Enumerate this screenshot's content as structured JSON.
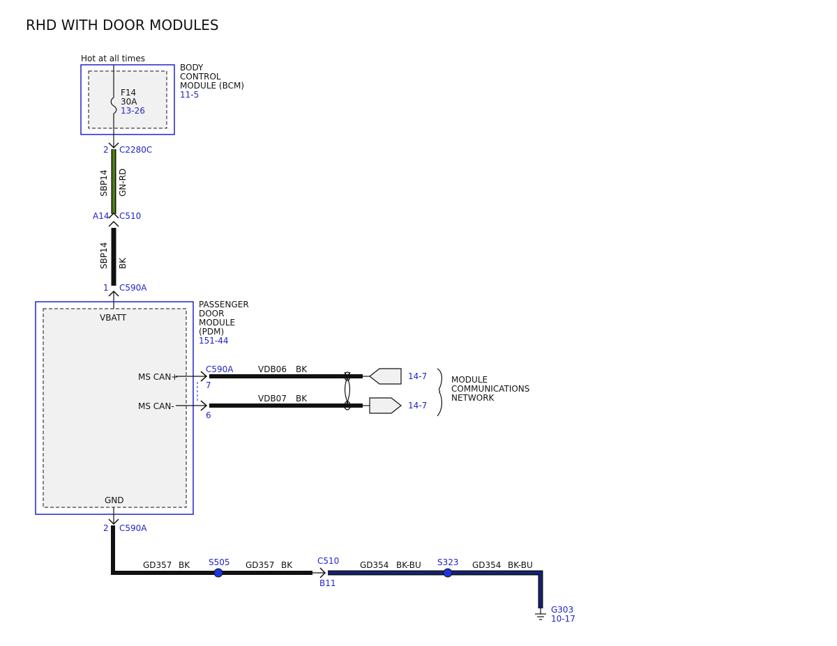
{
  "title": "RHD WITH DOOR MODULES",
  "colors": {
    "text": "#111111",
    "reference_blue": "#1f24c8",
    "wire_black": "#111111",
    "wire_green": "#4e7d12",
    "wire_blue": "#13207a",
    "splice": "#1a35e0"
  },
  "hot_label": "Hot at all times",
  "bcm": {
    "name_lines": [
      "BODY",
      "CONTROL",
      "MODULE (BCM)"
    ],
    "ref": "11-5",
    "fuse_name": "F14",
    "fuse_rating": "30A",
    "fuse_ref": "13-26"
  },
  "connectors": {
    "c2280c_pin": "2",
    "c2280c": "C2280C",
    "c510_pin": "A14",
    "c510": "C510",
    "c590a_top_pin": "1",
    "c590a_top": "C590A",
    "c590a_can": "C590A",
    "can_plus_pin": "7",
    "can_minus_pin": "6",
    "c590a_gnd_pin": "2",
    "c590a_gnd": "C590A",
    "c510_bottom": "C510",
    "c510_bottom_pin": "B11"
  },
  "wires": {
    "seg1_circuit": "SBP14",
    "seg1_color": "GN-RD",
    "seg2_circuit": "SBP14",
    "seg2_color": "BK",
    "can_plus_circuit": "VDB06",
    "can_plus_color": "BK",
    "can_minus_circuit": "VDB07",
    "can_minus_color": "BK",
    "gnd1_circuit": "GD357",
    "gnd1_color": "BK",
    "gnd2_circuit": "GD357",
    "gnd2_color": "BK",
    "gnd3_circuit": "GD354",
    "gnd3_color": "BK-BU",
    "gnd4_circuit": "GD354",
    "gnd4_color": "BK-BU"
  },
  "pdm": {
    "name_lines": [
      "PASSENGER",
      "DOOR",
      "MODULE",
      "(PDM)"
    ],
    "ref": "151-44",
    "vbatt": "VBATT",
    "can_plus": "MS CAN+",
    "can_minus": "MS CAN-",
    "gnd": "GND"
  },
  "network": {
    "ref_plus": "14-7",
    "ref_minus": "14-7",
    "label_lines": [
      "MODULE",
      "COMMUNICATIONS",
      "NETWORK"
    ]
  },
  "splices": {
    "s505": "S505",
    "s323": "S323"
  },
  "ground": {
    "name": "G303",
    "ref": "10-17"
  }
}
